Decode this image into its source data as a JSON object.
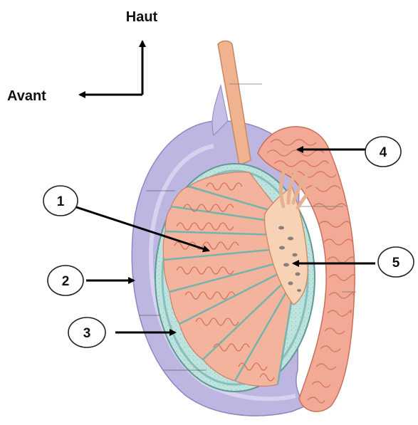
{
  "orientation": {
    "up_label": "Haut",
    "front_label": "Avant"
  },
  "callouts": [
    {
      "number": "1"
    },
    {
      "number": "2"
    },
    {
      "number": "3"
    },
    {
      "number": "4"
    },
    {
      "number": "5"
    }
  ],
  "colors": {
    "tunica_vaginalis": "#b8b3de",
    "tunica_albuginea": "#9fd3cf",
    "lobule_fill": "#f4b39c",
    "tubule_stroke": "#d9705a",
    "rete_testis": "#f7d2b4",
    "epididymis": "#f2a995",
    "vas_deferens": "#efb48f"
  }
}
